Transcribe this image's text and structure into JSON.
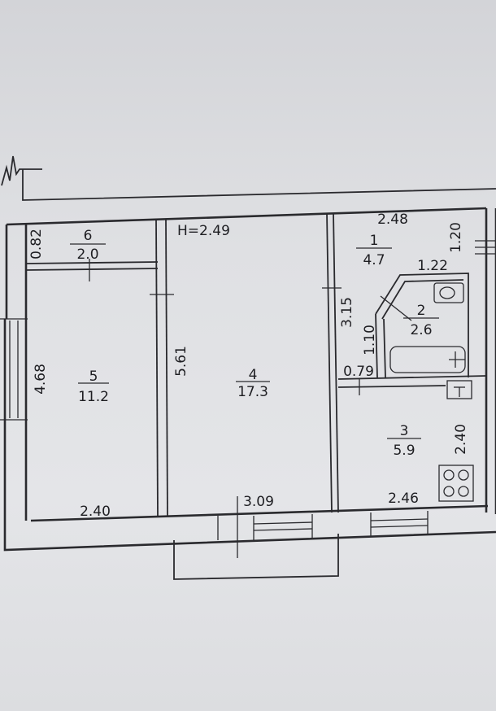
{
  "plan": {
    "height_note": "H=2.49",
    "rooms": [
      {
        "id": "room-1",
        "number": "1",
        "area": "4.7"
      },
      {
        "id": "room-2",
        "number": "2",
        "area": "2.6"
      },
      {
        "id": "room-3",
        "number": "3",
        "area": "5.9"
      },
      {
        "id": "room-4",
        "number": "4",
        "area": "17.3"
      },
      {
        "id": "room-5",
        "number": "5",
        "area": "11.2"
      },
      {
        "id": "room-6",
        "number": "6",
        "area": "2.0"
      }
    ],
    "dimensions": {
      "d_082": "0.82",
      "d_468": "4.68",
      "d_240_bottom_left": "2.40",
      "d_561": "5.61",
      "d_309": "3.09",
      "d_248": "2.48",
      "d_120": "1.20",
      "d_122": "1.22",
      "d_315": "3.15",
      "d_110": "1.10",
      "d_079": "0.79",
      "d_246": "2.46",
      "d_240_right": "2.40"
    }
  }
}
